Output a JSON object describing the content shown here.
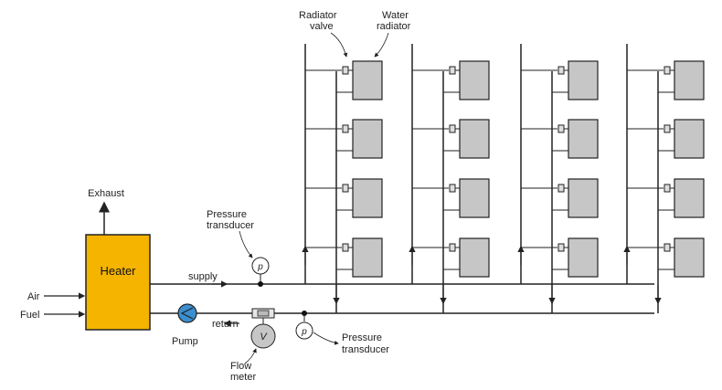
{
  "labels": {
    "radiator_valve": [
      "Radiator",
      "valve"
    ],
    "water_radiator": [
      "Water",
      "radiator"
    ],
    "exhaust": "Exhaust",
    "pressure_transducer_top": [
      "Pressure",
      "transducer"
    ],
    "heater": "Heater",
    "air": "Air",
    "fuel": "Fuel",
    "supply": "supply",
    "return": "return",
    "pump": "Pump",
    "flow_meter": [
      "Flow",
      "meter"
    ],
    "pressure_transducer_bottom": [
      "Pressure",
      "transducer"
    ],
    "p_symbol": "p",
    "v_symbol": "V"
  },
  "colors": {
    "heater": "#f5b400",
    "radiator": "#c6c6c6",
    "pump": "#3b8fd0",
    "line": "#222222"
  },
  "columns": 4,
  "radiators_per_column": 4
}
